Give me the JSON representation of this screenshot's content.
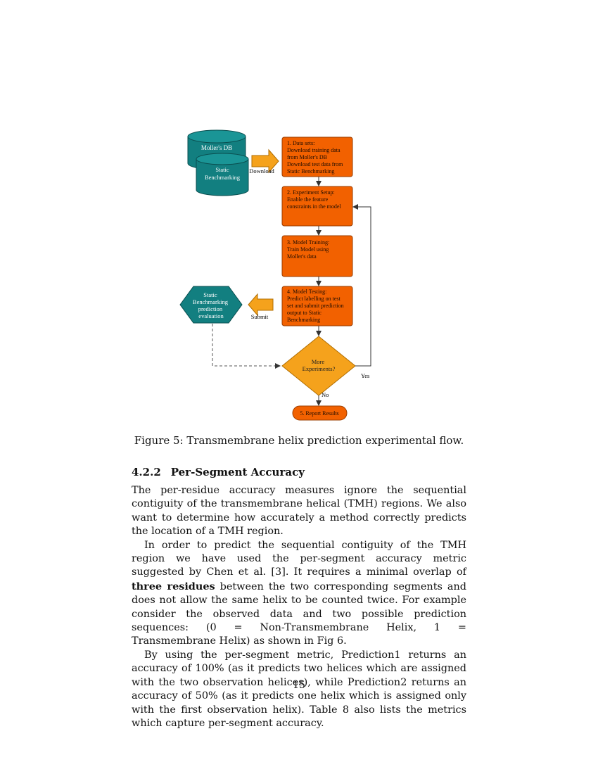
{
  "figure": {
    "db_top": "Moller's DB",
    "db_bottom_line1": "Static",
    "db_bottom_line2": "Benchmarking",
    "download_label": "Download",
    "step1_lines": [
      "1. Data sets:",
      "Download training data",
      "from Moller's DB",
      "Download test data from",
      "Static Benchmarking"
    ],
    "step2_lines": [
      "2. Experiment Setup:",
      "Enable the feature",
      "constraints in the model"
    ],
    "step3_lines": [
      "3. Model Training:",
      "Train Model using",
      "Moller's data"
    ],
    "step4_lines": [
      "4. Model Testing:",
      "Predict labelling on test",
      "set and submit prediction",
      "output to Static",
      "Benchmarking"
    ],
    "submit_label": "Submit",
    "eval_lines": [
      "Static",
      "Benchmarking",
      "prediction",
      "evaluation"
    ],
    "decision_lines": [
      "More",
      "Experiments?"
    ],
    "yes_label": "Yes",
    "no_label": "No",
    "report_label": "5. Report Results",
    "colors": {
      "orange": "#f26100",
      "teal": "#127f80",
      "amber": "#f5a21c"
    }
  },
  "caption": "Figure 5: Transmembrane helix prediction experimental flow.",
  "section": {
    "number": "4.2.2",
    "title": "Per-Segment Accuracy"
  },
  "body": {
    "p1": "The per-residue accuracy measures ignore the sequential contiguity of the transmembrane helical (TMH) regions. We also want to determine how accurately a method correctly predicts the location of a TMH region.",
    "p2_a": "In order to predict the sequential contiguity of the TMH region we have used the per-segment accuracy metric suggested by Chen et al. [3]. It requires a minimal overlap of ",
    "p2_bold": "three residues",
    "p2_b": " between the two corresponding segments and does not allow the same helix to be counted twice. For example consider the observed data and two possible prediction sequences: (0 = Non-Transmembrane Helix, 1 = Transmembrane Helix) as shown in Fig 6.",
    "p3": "By using the per-segment metric, Prediction1 returns an accuracy of 100% (as it predicts two helices which are assigned with the two observation helices), while Prediction2 returns an accuracy of 50% (as it predicts one helix which is assigned only with the first observation helix). Table 8 also lists the metrics which capture per-segment accuracy."
  },
  "page_number": "15"
}
